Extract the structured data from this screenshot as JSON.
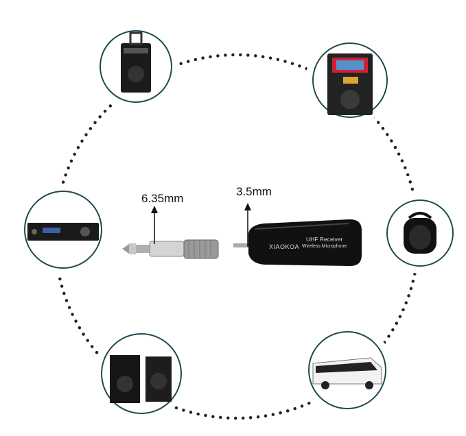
{
  "labels": {
    "adapter_size": "6.35mm",
    "receiver_plug_size": "3.5mm"
  },
  "receiver": {
    "brand": "XIAOKOA",
    "title": "UHF Receiver",
    "subtitle": "Wireless Microphone"
  },
  "devices": [
    {
      "name": "trolley-speaker"
    },
    {
      "name": "karaoke-machine"
    },
    {
      "name": "amplifier"
    },
    {
      "name": "portable-speaker"
    },
    {
      "name": "bookshelf-speakers"
    },
    {
      "name": "tour-bus"
    }
  ],
  "colors": {
    "ring": "#1e4a4f",
    "dots": "#222222",
    "receiver_body": "#111111"
  }
}
